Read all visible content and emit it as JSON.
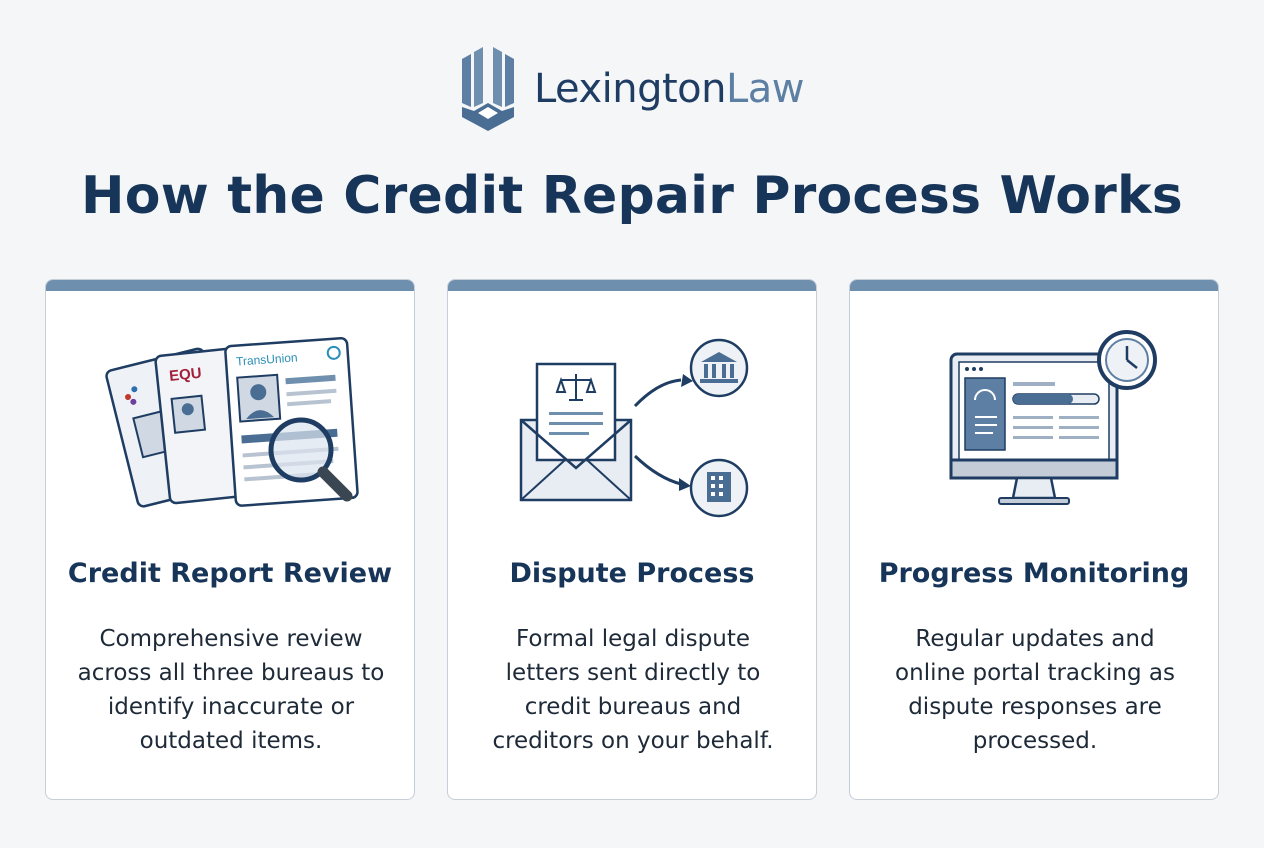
{
  "logo": {
    "word_primary": "Lexington",
    "word_secondary": "Law",
    "mark_icon": "lexington-law-shield-mark"
  },
  "title": "How the Credit Repair Process Works",
  "cards": [
    {
      "title": "Credit Report Review",
      "description": "Comprehensive review across all three bureaus to identify inaccurate or outdated items.",
      "illustration": "credit-reports-magnifier",
      "report_labels": [
        "EQU",
        "TransUnion"
      ]
    },
    {
      "title": "Dispute Process",
      "description": "Formal legal dispute letters sent directly to credit bureaus and creditors on your behalf.",
      "illustration": "dispute-letter-envelope"
    },
    {
      "title": "Progress Monitoring",
      "description": "Regular updates and online portal tracking as dispute responses are processed.",
      "illustration": "monitor-with-clock"
    }
  ],
  "colors": {
    "navy": "#163558",
    "accent": "#6f8fae",
    "equifax_red": "#a3203a",
    "transunion_teal": "#2a8fb8"
  }
}
